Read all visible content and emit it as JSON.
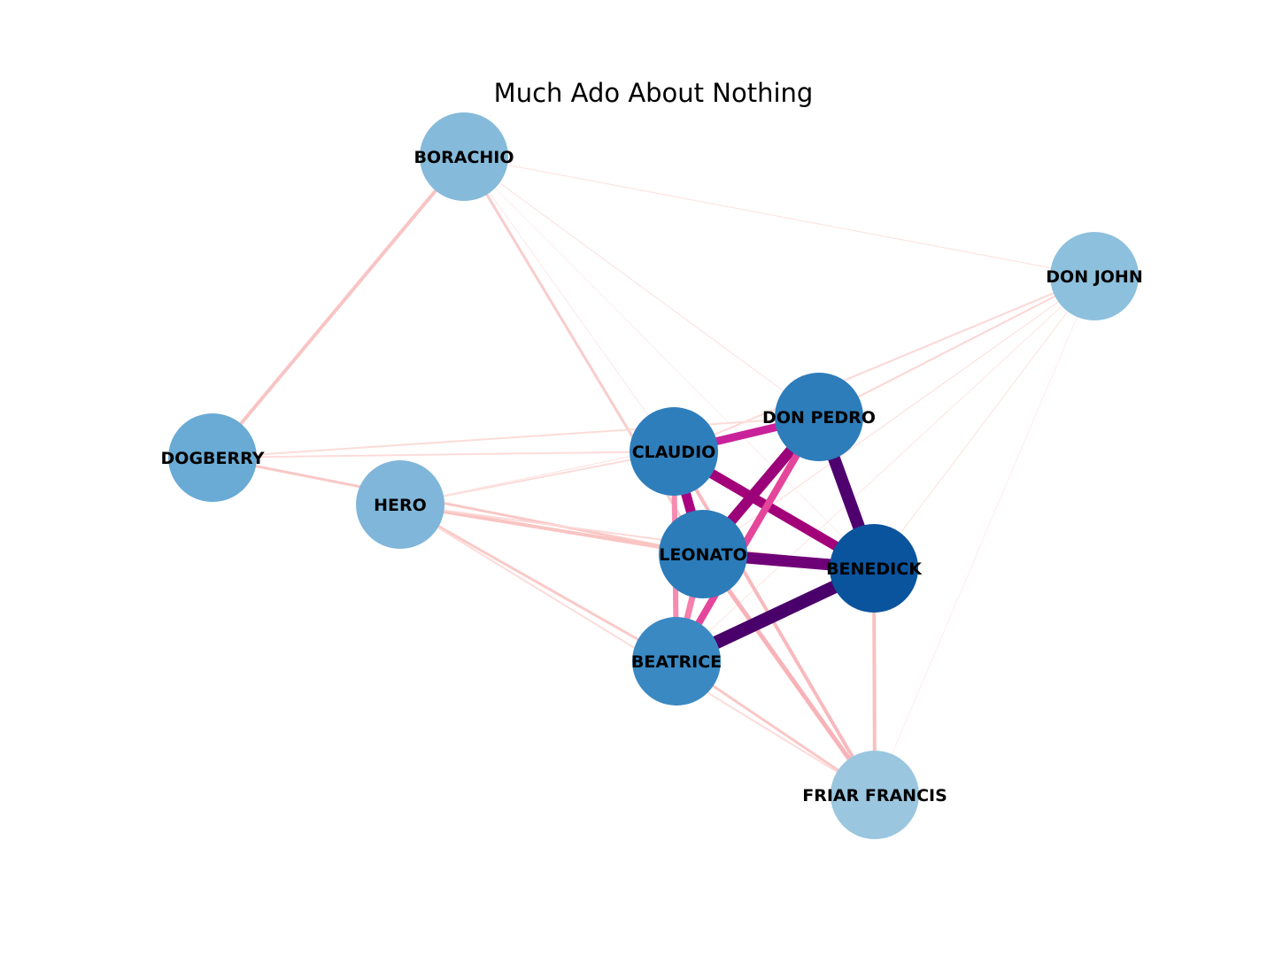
{
  "title": "Much Ado About Nothing",
  "nodes": [
    {
      "id": "borachio",
      "label": "BORACHIO",
      "color": "#85bada"
    },
    {
      "id": "don-john",
      "label": "DON JOHN",
      "color": "#8dc0dd"
    },
    {
      "id": "dogberry",
      "label": "DOGBERRY",
      "color": "#69abd5"
    },
    {
      "id": "hero",
      "label": "HERO",
      "color": "#80b6d9"
    },
    {
      "id": "claudio",
      "label": "CLAUDIO",
      "color": "#2f7ebc"
    },
    {
      "id": "don-pedro",
      "label": "DON PEDRO",
      "color": "#2d7dbb"
    },
    {
      "id": "leonato",
      "label": "LEONATO",
      "color": "#2c7cba"
    },
    {
      "id": "benedick",
      "label": "BENEDICK",
      "color": "#0a549e"
    },
    {
      "id": "beatrice",
      "label": "BEATRICE",
      "color": "#3a89c3"
    },
    {
      "id": "friar-francis",
      "label": "FRIAR FRANCIS",
      "color": "#9ac6e0"
    }
  ],
  "edges": [
    {
      "source": "borachio",
      "target": "don-john",
      "color": "#fde0dd",
      "weight": 1
    },
    {
      "source": "borachio",
      "target": "dogberry",
      "color": "#f9c4c4",
      "weight": 4
    },
    {
      "source": "borachio",
      "target": "leonato",
      "color": "#f9cccc",
      "weight": 3
    },
    {
      "source": "borachio",
      "target": "don-pedro",
      "color": "#fbe0e0",
      "weight": 1
    },
    {
      "source": "borachio",
      "target": "claudio",
      "color": "#fce8e8",
      "weight": 1
    },
    {
      "source": "borachio",
      "target": "benedick",
      "color": "#fdeeee",
      "weight": 1
    },
    {
      "source": "don-john",
      "target": "claudio",
      "color": "#fbd8d6",
      "weight": 2
    },
    {
      "source": "don-john",
      "target": "don-pedro",
      "color": "#fbd6d4",
      "weight": 2
    },
    {
      "source": "don-john",
      "target": "leonato",
      "color": "#fcdcda",
      "weight": 1
    },
    {
      "source": "don-john",
      "target": "benedick",
      "color": "#fde2e0",
      "weight": 1
    },
    {
      "source": "don-john",
      "target": "beatrice",
      "color": "#fde6e4",
      "weight": 1
    },
    {
      "source": "don-john",
      "target": "friar-francis",
      "color": "#fdeeee",
      "weight": 1
    },
    {
      "source": "dogberry",
      "target": "claudio",
      "color": "#fcdcda",
      "weight": 2
    },
    {
      "source": "dogberry",
      "target": "don-pedro",
      "color": "#fcdcd8",
      "weight": 2
    },
    {
      "source": "dogberry",
      "target": "leonato",
      "color": "#f9c8c6",
      "weight": 3
    },
    {
      "source": "hero",
      "target": "claudio",
      "color": "#fcdcda",
      "weight": 2
    },
    {
      "source": "hero",
      "target": "don-pedro",
      "color": "#fde2e0",
      "weight": 1
    },
    {
      "source": "hero",
      "target": "leonato",
      "color": "#f9c4c2",
      "weight": 4
    },
    {
      "source": "hero",
      "target": "beatrice",
      "color": "#f9cac8",
      "weight": 3
    },
    {
      "source": "hero",
      "target": "benedick",
      "color": "#fcd8d6",
      "weight": 2
    },
    {
      "source": "hero",
      "target": "friar-francis",
      "color": "#fcdcda",
      "weight": 2
    },
    {
      "source": "claudio",
      "target": "don-pedro",
      "color": "#c9219a",
      "weight": 9
    },
    {
      "source": "claudio",
      "target": "leonato",
      "color": "#a8007f",
      "weight": 11
    },
    {
      "source": "claudio",
      "target": "benedick",
      "color": "#a30179",
      "weight": 11
    },
    {
      "source": "claudio",
      "target": "beatrice",
      "color": "#f58bb0",
      "weight": 6
    },
    {
      "source": "claudio",
      "target": "friar-francis",
      "color": "#f8b9bd",
      "weight": 4
    },
    {
      "source": "don-pedro",
      "target": "leonato",
      "color": "#9b0279",
      "weight": 12
    },
    {
      "source": "don-pedro",
      "target": "benedick",
      "color": "#4f006f",
      "weight": 14
    },
    {
      "source": "don-pedro",
      "target": "beatrice",
      "color": "#e4469b",
      "weight": 8
    },
    {
      "source": "leonato",
      "target": "benedick",
      "color": "#6e0177",
      "weight": 13
    },
    {
      "source": "leonato",
      "target": "beatrice",
      "color": "#f77fab",
      "weight": 7
    },
    {
      "source": "leonato",
      "target": "friar-francis",
      "color": "#f8b3b8",
      "weight": 5
    },
    {
      "source": "benedick",
      "target": "beatrice",
      "color": "#4a006a",
      "weight": 15
    },
    {
      "source": "benedick",
      "target": "friar-francis",
      "color": "#f9c0c0",
      "weight": 4
    },
    {
      "source": "beatrice",
      "target": "friar-francis",
      "color": "#f9c8c6",
      "weight": 3
    }
  ]
}
